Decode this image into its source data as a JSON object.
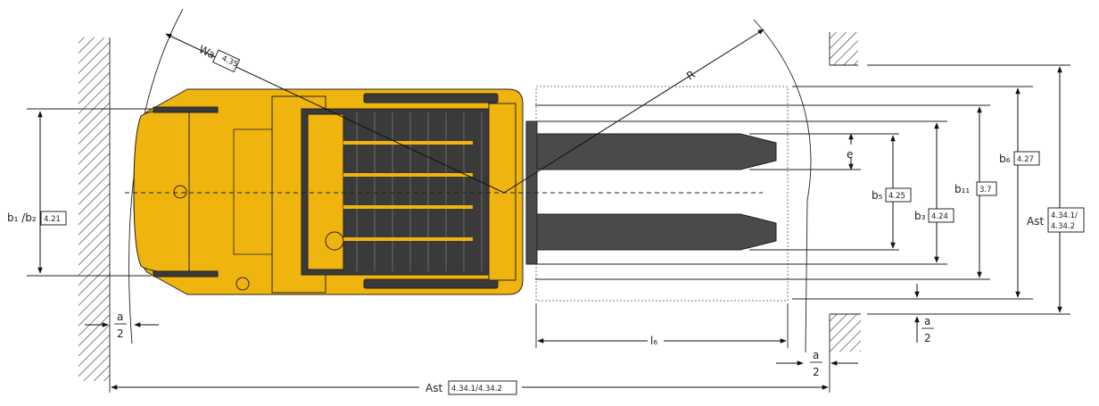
{
  "labels": {
    "wa": "Wa",
    "wa_ref": "4.35",
    "r": "R",
    "b1b2": "b₁ /b₂",
    "b1b2_ref": "4.21",
    "e": "e",
    "b5": "b₅",
    "b5_ref": "4.25",
    "b3": "b₃",
    "b3_ref": "4.24",
    "b11": "b₁₁",
    "b11_ref": "3.7",
    "b6": "b₆",
    "b6_ref": "4.27",
    "ast": "Ast",
    "ast_ref_line1": "4.34.1/",
    "ast_ref_line2": "4.34.2",
    "l6": "l₆",
    "a": "a",
    "two": "2",
    "ast_bottom": "Ast",
    "ast_bottom_ref": "4.34.1/4.34.2"
  },
  "colors": {
    "truck_body": "#f0b40e",
    "forks": "#4a4a4a",
    "battery": "#3a3a3a"
  }
}
